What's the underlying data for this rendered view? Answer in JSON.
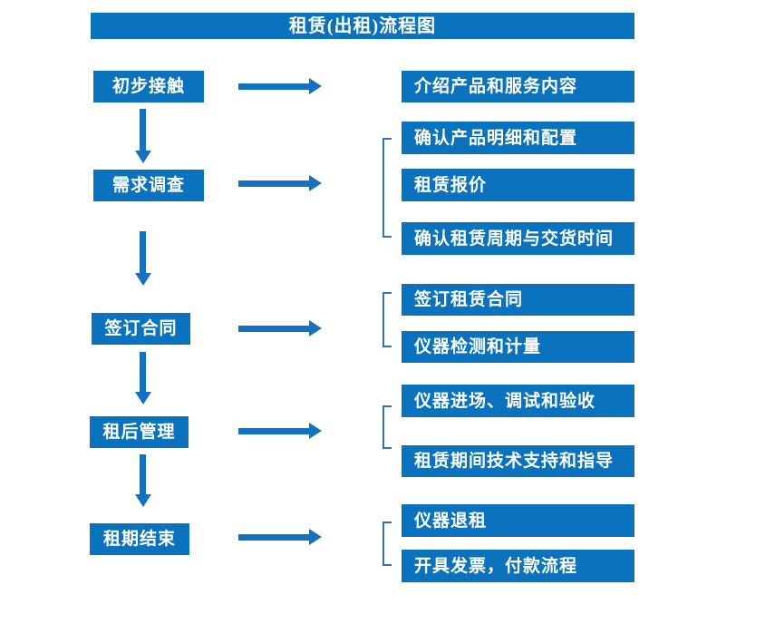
{
  "title": "租赁(出租)流程图",
  "colors": {
    "box_fill": "#0b72bd",
    "arrow": "#1470c0",
    "bracket": "#2e75b6",
    "text": "#ffffff",
    "background": "#ffffff"
  },
  "steps": [
    {
      "label": "初步接触",
      "children": [
        "介绍产品和服务内容"
      ]
    },
    {
      "label": "需求调查",
      "children": [
        "确认产品明细和配置",
        "租赁报价",
        "确认租赁周期与交货时间"
      ]
    },
    {
      "label": "签订合同",
      "children": [
        "签订租赁合同",
        "仪器检测和计量"
      ]
    },
    {
      "label": "租后管理",
      "children": [
        "仪器进场、调试和验收",
        "租赁期间技术支持和指导"
      ]
    },
    {
      "label": "租期结束",
      "children": [
        "仪器退租",
        "开具发票，付款流程"
      ]
    }
  ]
}
